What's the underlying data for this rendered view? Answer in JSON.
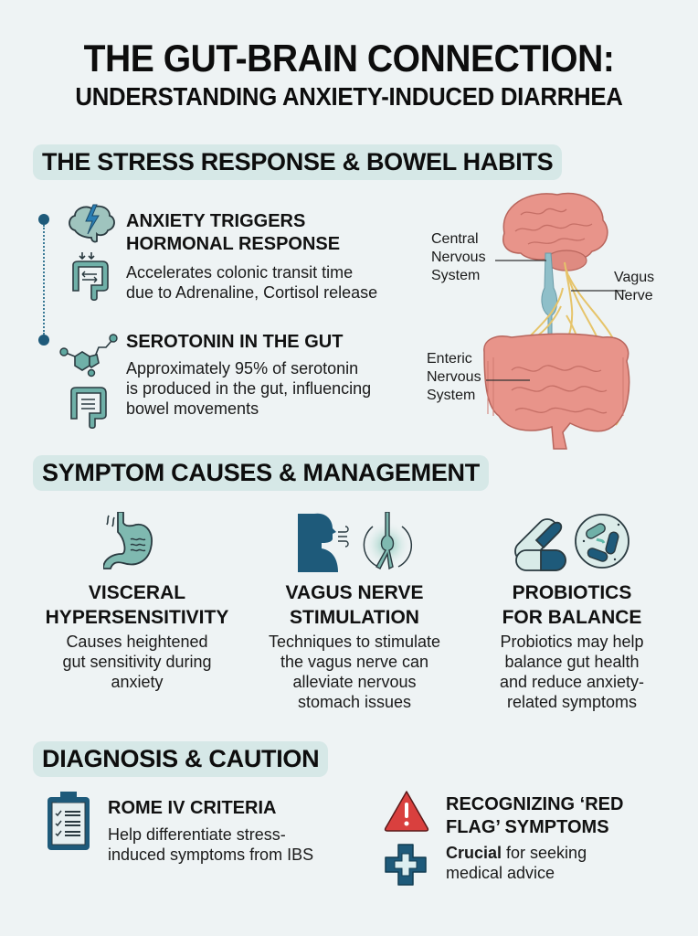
{
  "header": {
    "title": "THE GUT-BRAIN CONNECTION:",
    "subtitle": "UNDERSTANDING ANXIETY-INDUCED DIARRHEA"
  },
  "section1": {
    "heading": "THE STRESS RESPONSE & BOWEL HABITS",
    "items": [
      {
        "title_line1": "ANXIETY TRIGGERS",
        "title_line2": "HORMONAL RESPONSE",
        "text_line1": "Accelerates colonic transit time",
        "text_line2": "due to Adrenaline, Cortisol release",
        "icons": [
          "brain-lightning-icon",
          "colon-arrows-icon"
        ]
      },
      {
        "title_line1": "SEROTONIN IN THE GUT",
        "text_line1": "Approximately 95% of serotonin",
        "text_line2": "is produced in the gut, influencing",
        "text_line3": "bowel movements",
        "icons": [
          "molecule-icon",
          "colon-icon"
        ]
      }
    ],
    "diagram": {
      "labels": {
        "cns_1": "Central",
        "cns_2": "Nervous",
        "cns_3": "System",
        "vagus_1": "Vagus",
        "vagus_2": "Nerve",
        "ens_1": "Enteric",
        "ens_2": "Nervous",
        "ens_3": "System"
      }
    }
  },
  "section2": {
    "heading": "SYMPTOM CAUSES & MANAGEMENT",
    "columns": [
      {
        "title_line1": "VISCERAL",
        "title_line2": "HYPERSENSITIVITY",
        "text_line1": "Causes heightened",
        "text_line2": "gut sensitivity during",
        "text_line3": "anxiety",
        "text_line4": "",
        "icons": [
          "stomach-icon"
        ]
      },
      {
        "title_line1": "VAGUS NERVE",
        "title_line2": "STIMULATION",
        "text_line1": "Techniques to stimulate",
        "text_line2": "the vagus nerve can",
        "text_line3": "alleviate nervous",
        "text_line4": "stomach issues",
        "icons": [
          "person-breathing-icon",
          "vagus-nerve-icon"
        ]
      },
      {
        "title_line1": "PROBIOTICS",
        "title_line2": "FOR BALANCE",
        "text_line1": "Probiotics may help",
        "text_line2": "balance gut health",
        "text_line3": "and reduce anxiety-",
        "text_line4": "related symptoms",
        "icons": [
          "capsules-icon",
          "bacteria-icon"
        ]
      }
    ]
  },
  "section3": {
    "heading": "DIAGNOSIS & CAUTION",
    "items": [
      {
        "title": "ROME IV CRITERIA",
        "text_line1": "Help differentiate stress-",
        "text_line2": "induced symptoms from IBS",
        "icons": [
          "clipboard-checklist-icon"
        ]
      },
      {
        "title_line1": "RECOGNIZING ‘RED",
        "title_line2": "FLAG’ SYMPTOMS",
        "text_bold": "Crucial",
        "text_rest": " for seeking",
        "text_line2": "medical advice",
        "icons": [
          "warning-triangle-icon",
          "medical-cross-icon"
        ]
      }
    ]
  },
  "colors": {
    "background": "#eef3f4",
    "pill": "#d6e8e7",
    "teal": "#7fb9b0",
    "navy": "#1e5a7a",
    "alert_red": "#d9403e",
    "organ_pink": "#e8948a",
    "nerve_yellow": "#e6c46a",
    "spine_blue": "#8fbfc9"
  }
}
